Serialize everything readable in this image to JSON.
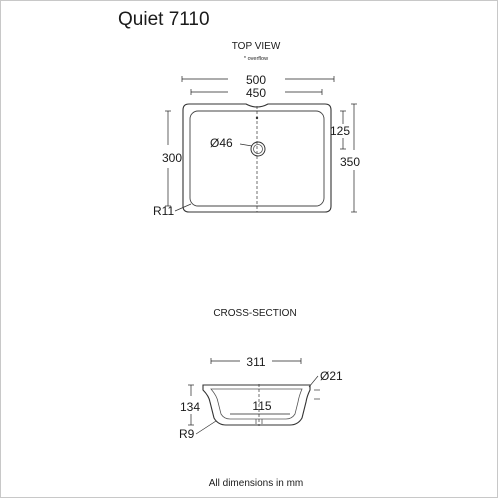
{
  "title": "Quiet 7110",
  "top_view": {
    "heading": "TOP VIEW",
    "note": "* overflow",
    "dim_outer_width": "500",
    "dim_inner_width": "450",
    "dim_overflow_offset": "125",
    "dim_inner_depth": "300",
    "dim_outer_depth": "350",
    "dim_drain": "Ø46",
    "dim_corner_radius": "R11"
  },
  "cross_section": {
    "heading": "CROSS-SECTION",
    "dim_top_width": "311",
    "dim_overflow_hole": "Ø21",
    "dim_height": "134",
    "dim_bottom_width": "115",
    "dim_corner_radius": "R9"
  },
  "footer": "All dimensions in mm"
}
